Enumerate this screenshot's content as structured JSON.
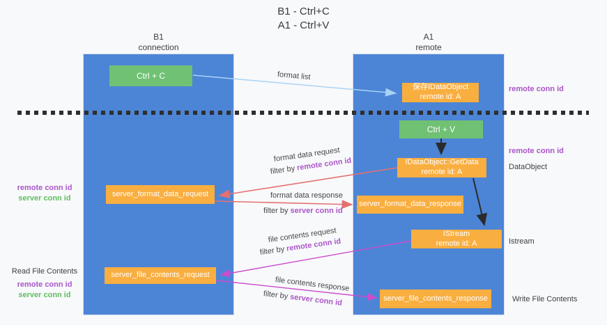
{
  "title": {
    "line1": "B1 - Ctrl+C",
    "line2": "A1 - Ctrl+V"
  },
  "lanes": {
    "left": {
      "name": "B1",
      "role": "connection"
    },
    "right": {
      "name": "A1",
      "role": "remote"
    }
  },
  "nodes": {
    "ctrl_c": "Ctrl + C",
    "ctrl_v": "Ctrl + V",
    "save_idataobject": {
      "line1": "保存IDataObject",
      "line2": "remote id: A"
    },
    "idataobject_getdata": {
      "line1": "IDataObject::GetData",
      "line2": "remote id: A"
    },
    "istream": {
      "line1": "IStream",
      "line2": "remote id: A"
    },
    "server_format_data_request": "server_format_data_request",
    "server_format_data_response": "server_format_data_response",
    "server_file_contents_request": "server_file_contents_request",
    "server_file_contents_response": "server_file_contents_response"
  },
  "edge_labels": {
    "format_list": "format list",
    "format_data_request": "format data request",
    "format_data_response": "format data response",
    "file_contents_request": "file contents request",
    "file_contents_response": "file contents response",
    "filter_by": "filter by",
    "remote_conn_id": "remote conn id",
    "server_conn_id": "server conn id"
  },
  "side_labels": {
    "remote_conn_id": "remote conn id",
    "server_conn_id": "server conn id",
    "dataobject": "DataObject",
    "istream": "Istream",
    "read_file_contents": "Read File Contents",
    "write_file_contents": "Write File Contents"
  },
  "colors": {
    "lane_blue": "#4c85d6",
    "node_orange": "#f9ae40",
    "node_green": "#70c174",
    "purple_label": "#aa55c8",
    "green_label": "#5fbe5f",
    "arrow_red": "#e57070",
    "arrow_magenta": "#cc4ccc",
    "arrow_lightblue": "#a9d3f5",
    "arrow_black": "#2b2b2b",
    "background": "#f8f9fb"
  }
}
